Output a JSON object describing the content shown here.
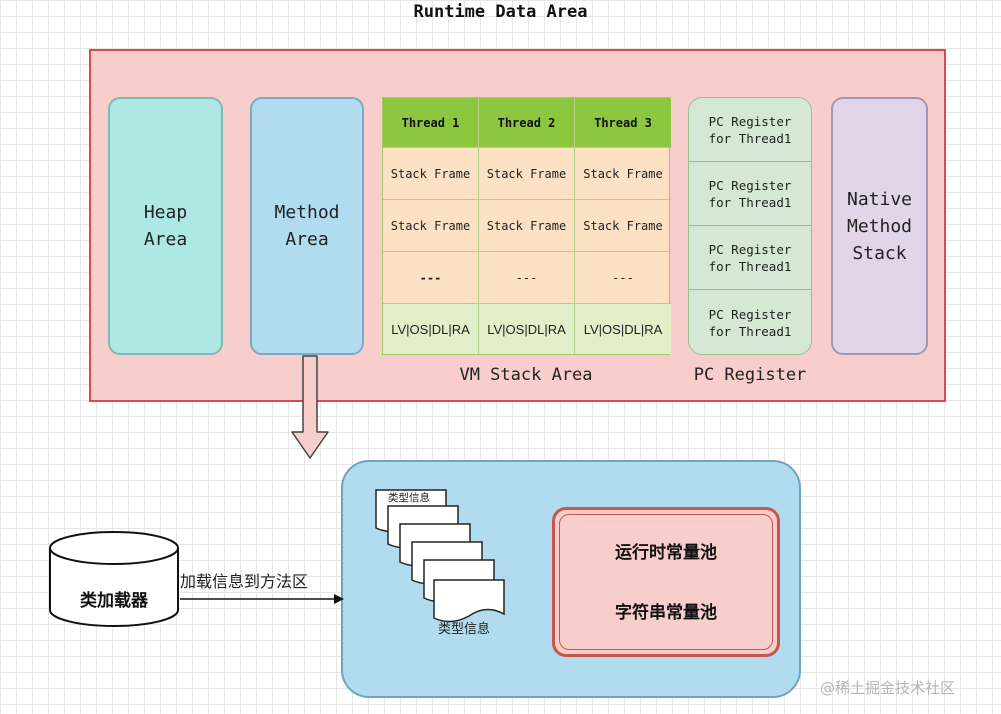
{
  "title": "Runtime Data Area",
  "runtime_area": {
    "heap": "Heap\nArea",
    "method": "Method\nArea",
    "native": "Native\nMethod\nStack"
  },
  "vm_stack": {
    "threads": [
      "Thread 1",
      "Thread 2",
      "Thread 3"
    ],
    "rows": [
      [
        "Stack Frame",
        "Stack Frame",
        "Stack Frame"
      ],
      [
        "Stack Frame",
        "Stack Frame",
        "Stack Frame"
      ],
      [
        "---",
        "---",
        "---"
      ],
      [
        "LV|OS|DL|RA",
        "LV|OS|DL|RA",
        "LV|OS|DL|RA"
      ]
    ],
    "label": "VM Stack Area"
  },
  "pc_register": {
    "cells": [
      "PC Register\nfor Thread1",
      "PC Register\nfor Thread1",
      "PC Register\nfor Thread1",
      "PC Register\nfor Thread1"
    ],
    "label": "PC Register"
  },
  "method_area_detail": {
    "type_info": "类型信息",
    "runtime_pool": "运行时常量池",
    "string_pool": "字符串常量池"
  },
  "class_loader": {
    "label": "类加载器",
    "edge_label": "加载信息到方法区"
  },
  "watermark": "@稀土掘金技术社区",
  "colors": {
    "runtime_fill": "#f8cecc",
    "heap_fill": "#ade8e4",
    "method_fill": "#b1dcf0",
    "native_fill": "#e1d5e7",
    "thread_header": "#8dc63f",
    "stack_frame": "#fde1c4",
    "pc_fill": "#d5e8d4"
  }
}
